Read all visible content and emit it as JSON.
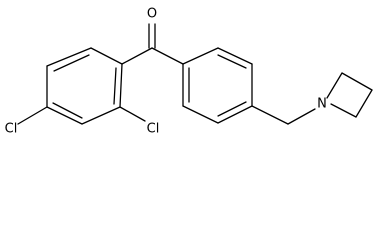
{
  "molecule": {
    "atoms": {
      "oxygen": "O",
      "nitrogen": "N",
      "chlorine_left": "Cl",
      "chlorine_right": "Cl"
    }
  }
}
